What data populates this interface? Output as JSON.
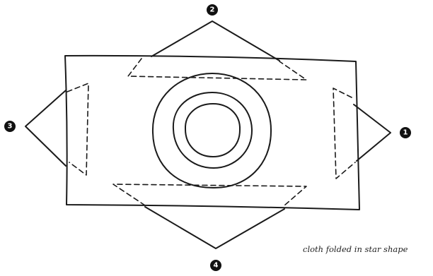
{
  "diagram": {
    "caption": "cloth folded in star shape",
    "markers": [
      "1",
      "2",
      "3",
      "4"
    ]
  }
}
